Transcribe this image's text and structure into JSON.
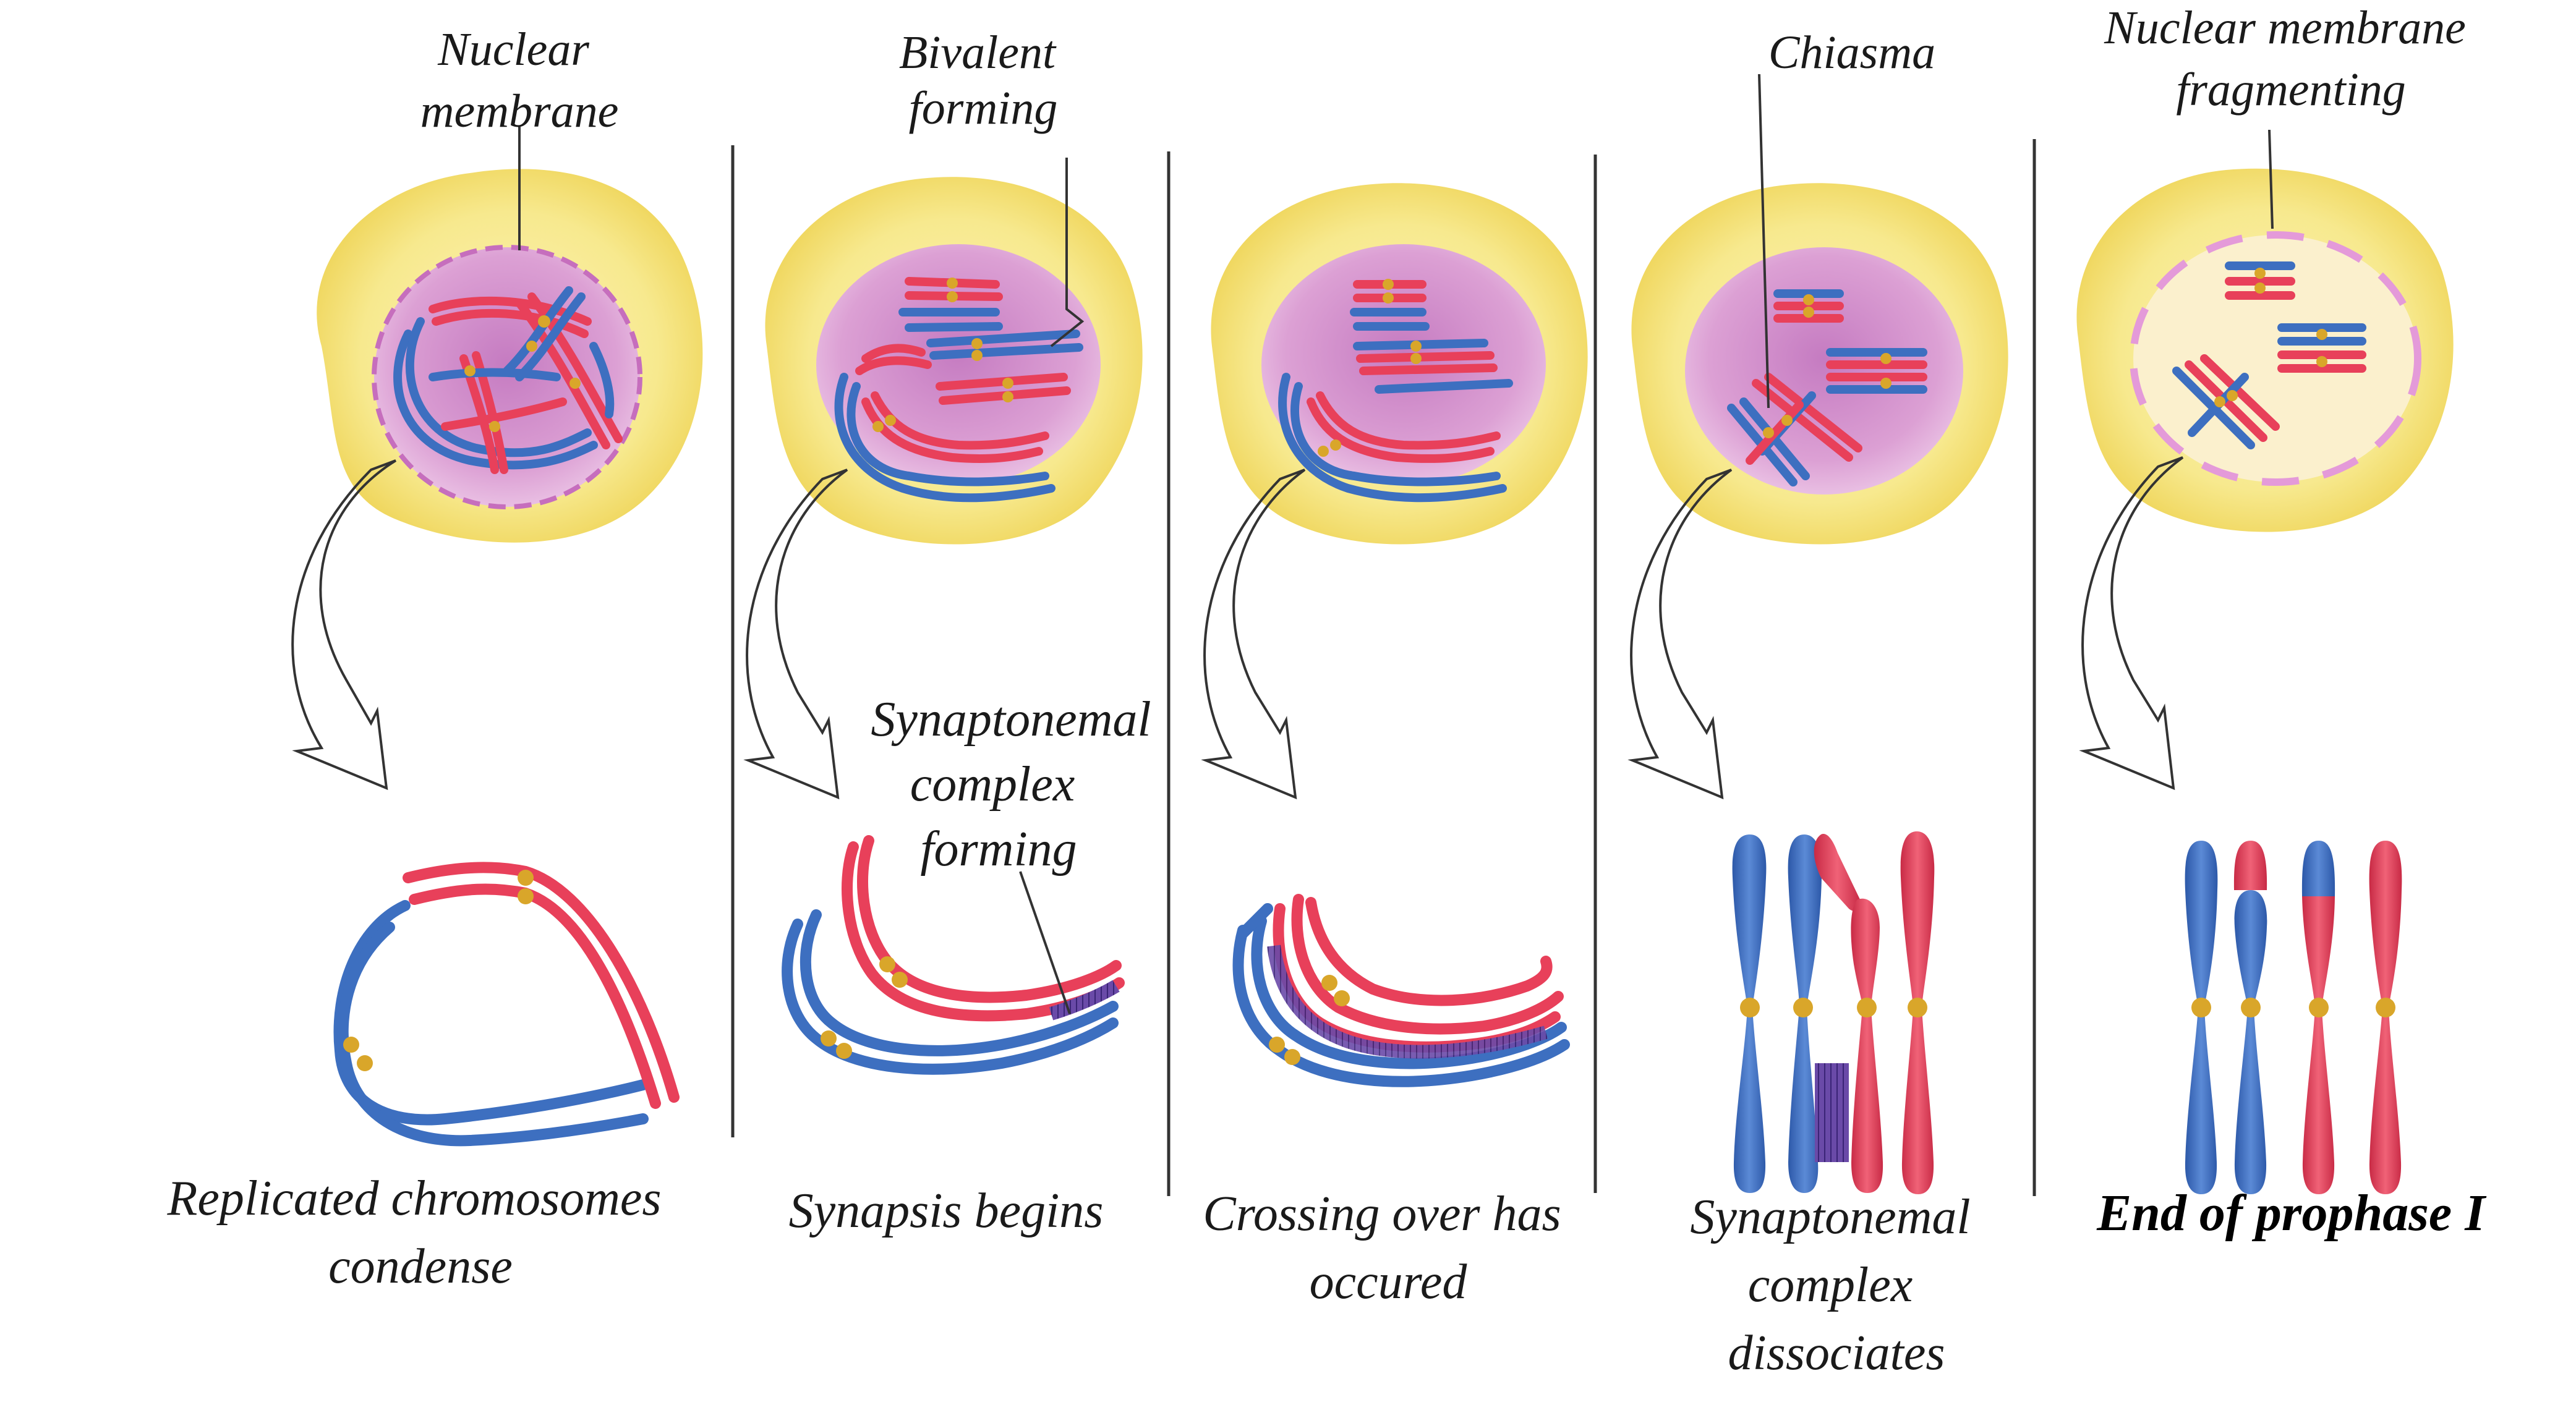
{
  "colors": {
    "cytoplasm": "#f8ec9a",
    "cytoplasm_edge": "#f0d860",
    "nucleus": "#dfa3d6",
    "nucleus_core": "#c97ec4",
    "membrane": "#c06ab8",
    "maternal_chromosome": "#3d6fc0",
    "paternal_chromosome": "#e8405a",
    "centromere": "#d9a62a",
    "synaptonemal_complex": "#5a3d9a",
    "divider": "#333333",
    "arrow": "#333333"
  },
  "stages": [
    {
      "id": "leptotene",
      "top_label": [
        "Nuclear",
        "membrane"
      ],
      "bottom_label": [
        "Replicated chromosomes",
        "condense"
      ]
    },
    {
      "id": "zygotene",
      "top_label": [
        "Bivalent",
        "forming"
      ],
      "middle_label": [
        "Synaptonemal",
        "complex",
        "forming"
      ],
      "bottom_label": [
        "Synapsis begins"
      ]
    },
    {
      "id": "pachytene",
      "bottom_label": [
        "Crossing over has",
        "occured"
      ]
    },
    {
      "id": "diplotene",
      "top_label": [
        "Chiasma"
      ],
      "bottom_label": [
        "Synaptonemal",
        "complex",
        "dissociates"
      ]
    },
    {
      "id": "diakinesis",
      "top_label": [
        "Nuclear membrane",
        "fragmenting"
      ],
      "bottom_label": [
        "End of prophase I"
      ]
    }
  ]
}
